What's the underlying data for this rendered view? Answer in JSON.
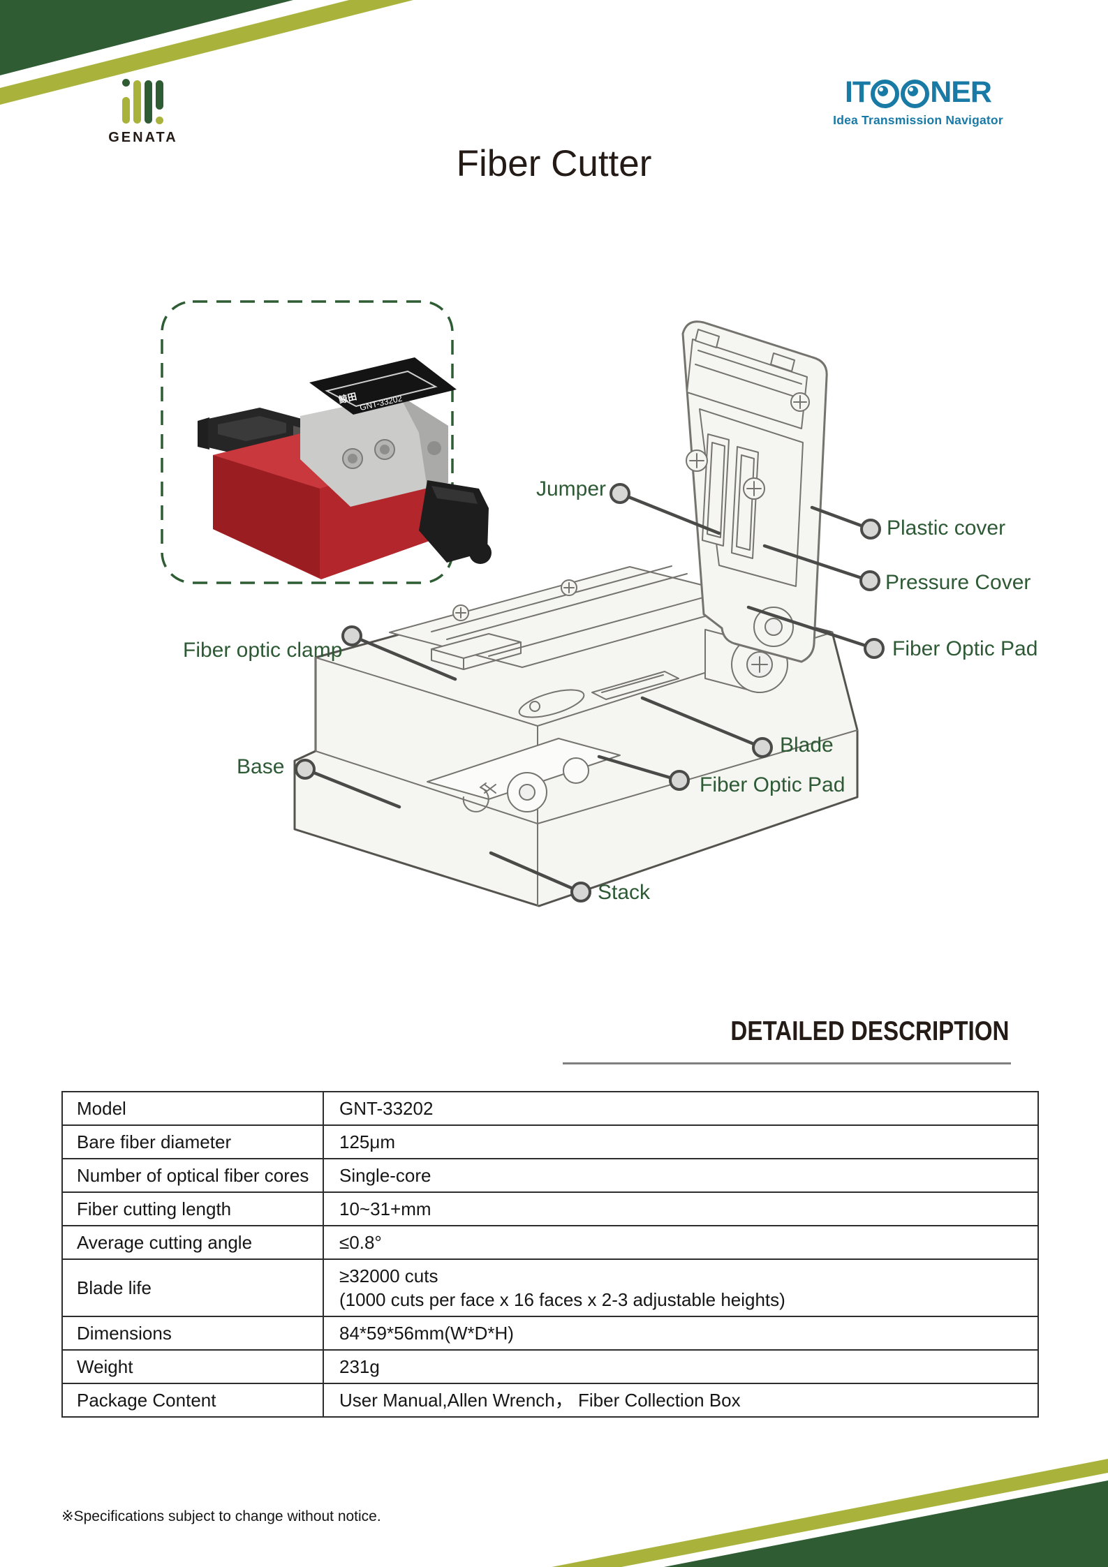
{
  "header": {
    "brand_left": {
      "name": "GENATA"
    },
    "brand_right": {
      "name_prefix": "IT",
      "name_suffix": "NER",
      "tagline": "Idea Transmission Navigator"
    },
    "title": "Fiber Cutter"
  },
  "photo": {
    "brand_cn": "鲸田",
    "model": "GNT-33202"
  },
  "diagram": {
    "labels": {
      "jumper": "Jumper",
      "plastic_cover": "Plastic cover",
      "pressure_cover": "Pressure Cover",
      "fiber_optic_pad_right": "Fiber Optic Pad",
      "fiber_optic_clamp": "Fiber optic clamp",
      "blade": "Blade",
      "fiber_optic_pad_lower": "Fiber Optic Pad",
      "base": "Base",
      "stack": "Stack"
    }
  },
  "description": {
    "heading": "DETAILED DESCRIPTION"
  },
  "spec_table": {
    "rows": [
      {
        "label": "Model",
        "value": "GNT-33202"
      },
      {
        "label": "Bare fiber diameter",
        "value": "125μm"
      },
      {
        "label": "Number of optical fiber cores",
        "value": "Single-core"
      },
      {
        "label": "Fiber cutting length",
        "value": "10~31+mm"
      },
      {
        "label": "Average cutting angle",
        "value": "≤0.8°"
      },
      {
        "label": "Blade life",
        "value": "≥32000 cuts",
        "note": "(1000 cuts per face x 16 faces x 2-3 adjustable heights)"
      },
      {
        "label": "Dimensions",
        "value": "84*59*56mm(W*D*H)"
      },
      {
        "label": "Weight",
        "value": "231g"
      },
      {
        "label": "Package Content",
        "value": "User Manual,Allen Wrench， Fiber Collection Box"
      }
    ]
  },
  "footnote": "※Specifications subject to change without notice.",
  "colors": {
    "dark_green": "#2f5c33",
    "olive_green": "#a9b33c",
    "teal": "#187aa5",
    "label_green": "#2d5a35",
    "ink": "#241b17",
    "table_border": "#2d2d2d",
    "leader_gray": "#4a4a48"
  }
}
